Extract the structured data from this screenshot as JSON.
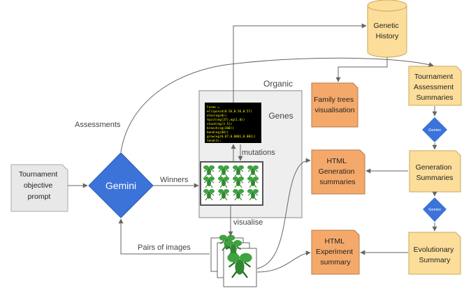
{
  "nodes": {
    "tournament_prompt": {
      "lines": [
        "Tournament",
        "objective",
        "prompt"
      ]
    },
    "gemini_main": {
      "label": "Gemini"
    },
    "organic_region": {
      "label": "Organic"
    },
    "genes": {
      "label": "Genes"
    },
    "code": {
      "lines": [
        "Forms =",
        "ellipsoid(0.56,0.56,0.57)",
        "elbs(eg(0))",
        "twist(eg(37),eg(1.0))",
        "stack(eg(3.5))",
        "branch(eg(360))",
        "bend(eg(60))",
        "grow(eg(0.87,0.0001,0.001))",
        "tend(3);"
      ]
    },
    "genetic_history": {
      "lines": [
        "Genetic",
        "History"
      ]
    },
    "family_trees": {
      "lines": [
        "Family trees",
        "visualisation"
      ]
    },
    "tournament_assessment": {
      "lines": [
        "Tournament",
        "Assessment",
        "Summaries"
      ]
    },
    "gemini_small_1": {
      "label": "Gemini"
    },
    "generation_summaries": {
      "lines": [
        "Generation",
        "Summaries"
      ]
    },
    "gemini_small_2": {
      "label": "Gemini"
    },
    "evolutionary_summary": {
      "lines": [
        "Evolutionary",
        "Summary"
      ]
    },
    "html_generation": {
      "lines": [
        "HTML",
        "Generation",
        "summaries"
      ]
    },
    "html_experiment": {
      "lines": [
        "HTML",
        "Experiment",
        "summary"
      ]
    }
  },
  "edge_labels": {
    "assessments": "Assessments",
    "winners": "Winners",
    "mutations": "mutations",
    "visualise": "visualise",
    "pairs_of_images": "Pairs of images"
  },
  "colors": {
    "gemini": "#3b73d9",
    "yellow_doc": "#fcde9a",
    "yellow_stroke": "#c7a95c",
    "orange_doc": "#f4a96a",
    "orange_stroke": "#b57a49",
    "grey_doc": "#e8e8e8",
    "region": "#eeeeee",
    "arrow": "#666666",
    "code_bg": "#000000",
    "code_text": "#ffff00",
    "organism": "#2f8a2f"
  },
  "icons": {
    "organism_grid": "organism-grid-image",
    "organism_closeup": "organism-closeup-image"
  }
}
